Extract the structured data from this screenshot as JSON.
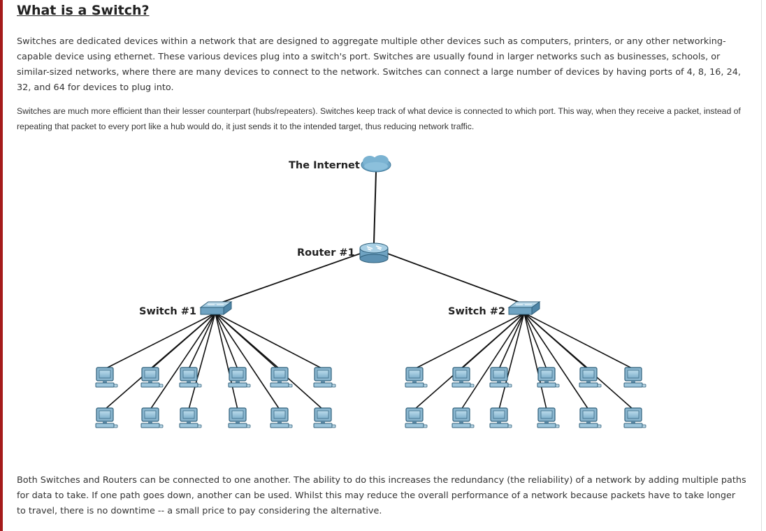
{
  "heading": "What is a Switch?",
  "paragraphs": [
    "Switches are dedicated devices within a network that are designed to aggregate multiple other devices such as computers, printers, or any other networking-capable device using ethernet. These various devices plug into a switch's port. Switches are usually found in larger networks such as businesses, schools, or similar-sized networks, where there are many devices to connect to the network. Switches can connect a large number of devices by having ports of 4, 8, 16, 24, 32, and 64 for devices to plug into.",
    "Switches are much more efficient than their lesser counterpart (hubs/repeaters). Switches keep track of what device is connected to which port. This way, when they receive a packet, instead of repeating that packet to every port like a hub would do, it just sends it to the intended target, thus reducing network traffic.",
    "Both Switches and Routers can be connected to one another. The ability to do this increases the redundancy (the reliability) of a network by adding multiple paths for data to take. If one path goes down, another can be used. Whilst this may reduce the overall performance of a network because packets have to take longer to travel, there is no downtime -- a small price to pay considering the alternative."
  ],
  "diagram": {
    "internet_label": "The Internet",
    "router_label": "Router #1",
    "switches": [
      {
        "label": "Switch #1",
        "pc_count": 12
      },
      {
        "label": "Switch #2",
        "pc_count": 12
      }
    ],
    "colors": {
      "cloud": "#6ea7c8",
      "device_blue": "#7fb7d6",
      "link": "#111111",
      "accent_bar": "#a51b1b"
    },
    "icons": [
      "cloud-icon",
      "router-icon",
      "switch-icon",
      "computer-icon"
    ]
  }
}
